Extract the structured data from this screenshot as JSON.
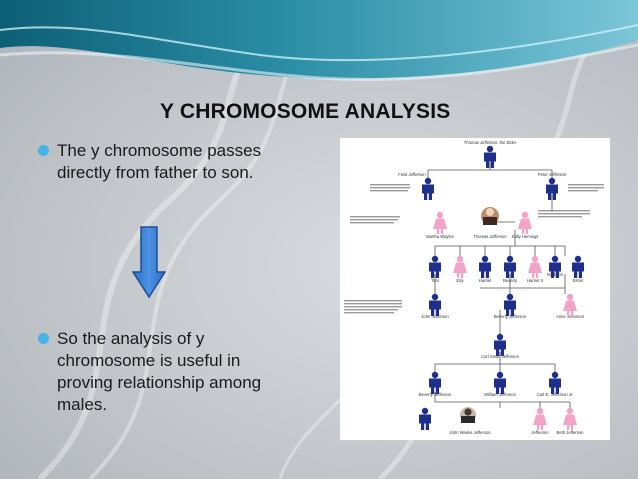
{
  "slide": {
    "title": "Y CHROMOSOME ANALYSIS",
    "bullets": [
      {
        "text": "The y chromosome passes directly from father to son."
      },
      {
        "text": "So the analysis of y chromosome is useful in proving relationship among males."
      }
    ]
  },
  "pedigree": {
    "names": {
      "top": "Thomas Jefferson, the Elder",
      "gen1_left": "Field Jefferson",
      "gen1_right": "Peter Jefferson",
      "gen2_a": "Martha Wayles",
      "gen2_b": "Thomas Jefferson",
      "gen2_c": "Sally Hemings",
      "gen3": [
        "Tom",
        "Edy",
        "Harriet",
        "Beverly",
        "Harriet II",
        "Madison",
        "Eston"
      ],
      "gen4_a": "John Jefferson",
      "gen4_b": "Beverly Jefferson",
      "gen4_c": "Anne Jefferson",
      "gen5": "Carl Smith Jefferson",
      "gen6_a": "Beverly Jefferson",
      "gen6_b": "William Jefferson",
      "gen6_c": "Carl E. Jefferson Jr.",
      "gen7_a": "John Weeks Jefferson",
      "gen7_b": "Jefferson",
      "gen7_c": "Beth Jefferson"
    }
  },
  "colors": {
    "bullet": "#46b4e6",
    "arrow": "#3d7fd0",
    "male": "#1d2f8a",
    "female": "#f3a2c8"
  }
}
